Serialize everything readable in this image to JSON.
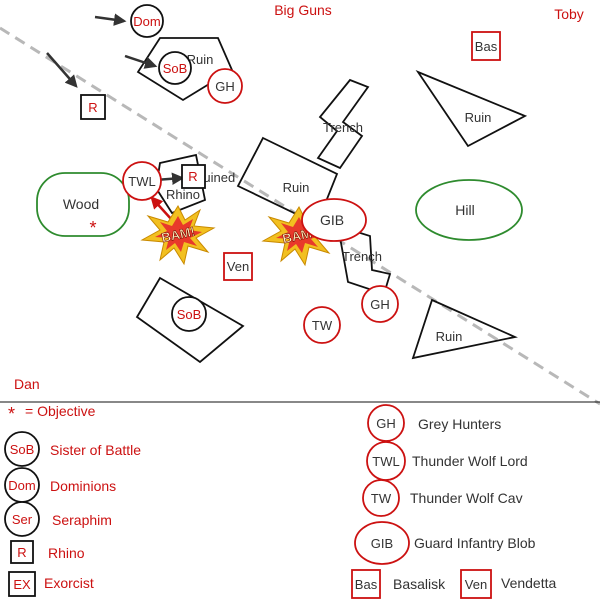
{
  "header": {
    "title": "Big Guns",
    "player_right": "Toby",
    "player_left": "Dan"
  },
  "terrain": {
    "ruin_top": "Ruin",
    "trench_top": "Trench",
    "ruin_right": "Ruin",
    "ruin_mid": "Ruin",
    "ruin_bottom": "Ruin",
    "wood": "Wood",
    "hill": "Hill",
    "trench_mid": "Trench",
    "ruin_left_partial": "Ruined",
    "rhino_wreck_partial": "Rhino"
  },
  "units": {
    "dom_top": "Dom",
    "sob_top": "SoB",
    "gh_top": "GH",
    "r_left": "R",
    "twl": "TWL",
    "r_mid": "R",
    "gib": "GIB",
    "ven": "Ven",
    "sob_bottom": "SoB",
    "gh_bottom": "GH",
    "tw": "TW",
    "bas": "Bas"
  },
  "effects": {
    "bam_left": "BAM!",
    "bam_right": "BAM!"
  },
  "legend": {
    "objective": "= Objective",
    "left": [
      {
        "code": "SoB",
        "label": "Sister of Battle",
        "shape": "circle"
      },
      {
        "code": "Dom",
        "label": "Dominions",
        "shape": "circle"
      },
      {
        "code": "Ser",
        "label": "Seraphim",
        "shape": "circle"
      },
      {
        "code": "R",
        "label": "Rhino",
        "shape": "square"
      },
      {
        "code": "EX",
        "label": "Exorcist",
        "shape": "square"
      }
    ],
    "right": [
      {
        "code": "GH",
        "label": "Grey Hunters",
        "shape": "circle"
      },
      {
        "code": "TWL",
        "label": "Thunder Wolf Lord",
        "shape": "circle"
      },
      {
        "code": "TW",
        "label": "Thunder Wolf Cav",
        "shape": "circle"
      },
      {
        "code": "GIB",
        "label": "Guard Infantry Blob",
        "shape": "ellipse"
      }
    ],
    "bottom": [
      {
        "code": "Bas",
        "label": "Basalisk"
      },
      {
        "code": "Ven",
        "label": "Vendetta"
      }
    ]
  },
  "colors": {
    "red": "#cc1111",
    "black": "#111111",
    "green": "#2e8b2e",
    "dashed_line": "#b8b8b8",
    "bam_fill": "#e8392b",
    "bam_burst": "#f2c020"
  }
}
